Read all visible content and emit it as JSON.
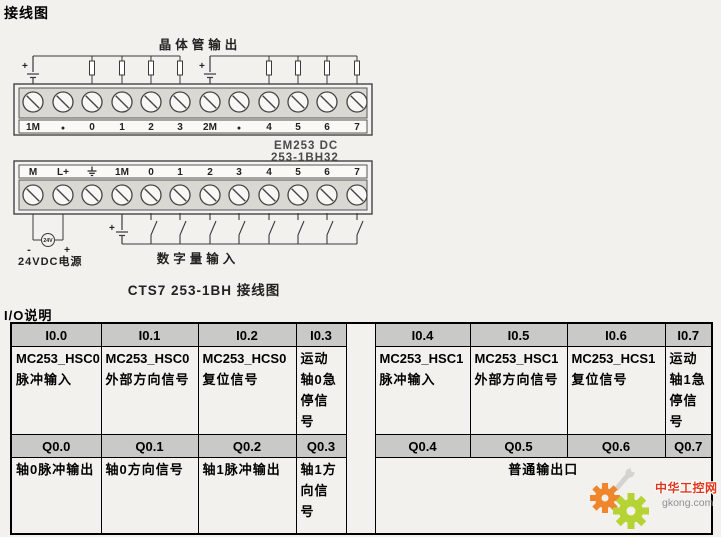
{
  "page": {
    "title": "接线图",
    "io_section_title": "I/O说明"
  },
  "diagram": {
    "transistor_output_label": "晶体管输出",
    "module_name_line1": "EM253 DC",
    "module_name_line2": "253-1BH32",
    "caption": "CTS7 253-1BH 接线图",
    "power_supply_label": "24VDC电源",
    "power_supply_circle": "24V",
    "power_minus": "-",
    "power_plus": "+",
    "battery_plus_top_left": "+",
    "battery_plus_top_right": "+",
    "battery_plus_bottom": "+",
    "digital_input_label": "数字量输入",
    "top_terminals": [
      "1M",
      "●",
      "0",
      "1",
      "2",
      "3",
      "2M",
      "●",
      "4",
      "5",
      "6",
      "7"
    ],
    "bottom_terminals": [
      "M",
      "L+",
      "⏚",
      "1M",
      "0",
      "1",
      "2",
      "3",
      "4",
      "5",
      "6",
      "7"
    ]
  },
  "io_table": {
    "left": {
      "input_headers": [
        "I0.0",
        "I0.1",
        "I0.2",
        "I0.3"
      ],
      "input_cells": [
        {
          "en": "MC253_HSC0",
          "zh": "脉冲输入"
        },
        {
          "en": "MC253_HSC0",
          "zh": "外部方向信号"
        },
        {
          "en": "MC253_HCS0",
          "zh": "复位信号"
        },
        {
          "zh": "运动轴0急停信号"
        }
      ],
      "output_headers": [
        "Q0.0",
        "Q0.1",
        "Q0.2",
        "Q0.3"
      ],
      "output_cells": [
        "轴0脉冲输出",
        "轴0方向信号",
        "轴1脉冲输出",
        "轴1方向信号"
      ]
    },
    "right": {
      "input_headers": [
        "I0.4",
        "I0.5",
        "I0.6",
        "I0.7"
      ],
      "input_cells": [
        {
          "en": "MC253_HSC1",
          "zh": "脉冲输入"
        },
        {
          "en": "MC253_HSC1",
          "zh": "外部方向信号"
        },
        {
          "en": "MC253_HCS1",
          "zh": "复位信号"
        },
        {
          "zh": "运动轴1急停信号"
        }
      ],
      "output_headers": [
        "Q0.4",
        "Q0.5",
        "Q0.6",
        "Q0.7"
      ],
      "output_merged_cell": "普通输出口"
    }
  },
  "watermark": {
    "site_name": "中华工控网",
    "site_url": "gkong.com",
    "orange_gear_color": "#f0862c",
    "green_gear_color": "#b5d334",
    "brand_red": "#e0371c"
  }
}
